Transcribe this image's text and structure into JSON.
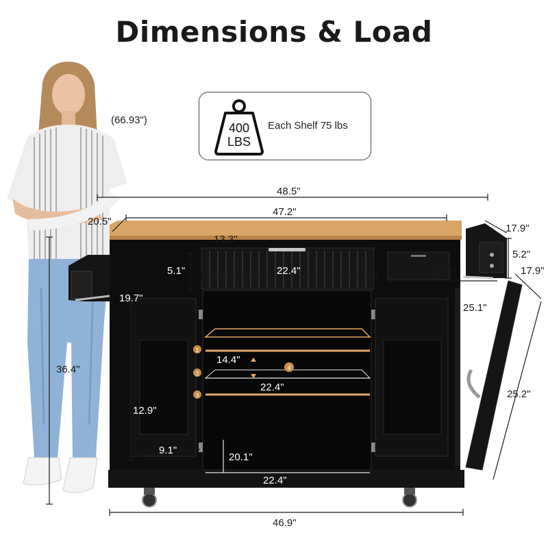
{
  "title": "Dimensions & Load",
  "load": {
    "icon": "weight-icon",
    "weight_number": "400",
    "weight_unit": "LBS",
    "shelf_text": "Each Shelf 75 lbs"
  },
  "person_height": "(66.93\")",
  "dimensions": {
    "overall_width": "48.5\"",
    "top_width": "47.2\"",
    "depth": "20.5\"",
    "top_drawer_width": "13.3\"",
    "drawer_height": "5.1\"",
    "drawer_front_width": "22.4\"",
    "side_cabinet_height": "19.7\"",
    "shelf_spacing": "14.4\"",
    "shelf_width": "22.4\"",
    "overall_height": "36.4\"",
    "door_height": "12.9\"",
    "door_width": "9.1\"",
    "opening_height": "20.1\"",
    "bottom_opening_width": "22.4\"",
    "base_width": "46.9\"",
    "right_drawer_depth": "17.9\"",
    "right_drawer_height": "5.2\"",
    "right_drawer_width": "16.1\"",
    "flap_depth": "17.9\"",
    "right_cabinet_height": "25.1\"",
    "flap_length": "25.2\""
  },
  "shelf_markers": [
    "1",
    "2",
    "3"
  ],
  "center_marker": "4",
  "colors": {
    "cabinet": "#0d0d0d",
    "wood_top": "#d8a567",
    "shelf_glow": "#e8a868",
    "marker": "#c98f4a"
  }
}
